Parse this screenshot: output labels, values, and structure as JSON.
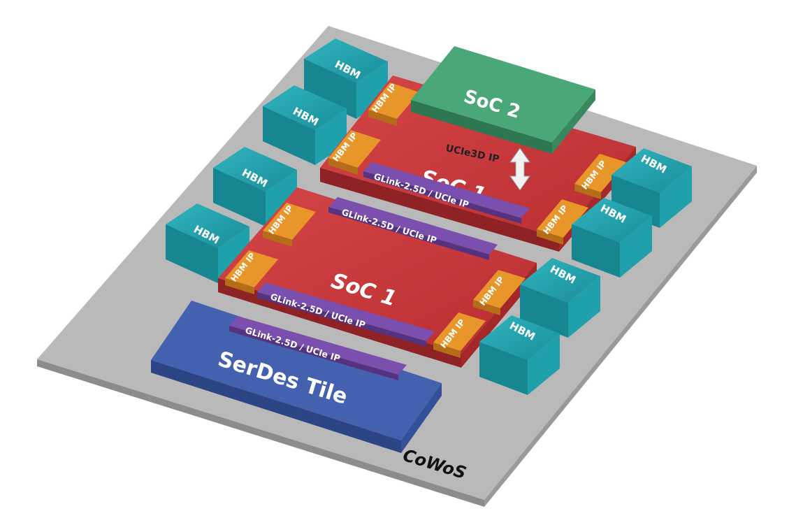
{
  "diagram": {
    "substrate_label": "CoWoS",
    "hbm_label": "HBM",
    "hbm_ip_label": "HBM IP",
    "soc_top_label": "SoC 1",
    "soc_bottom_label": "SoC 1",
    "soc2_label": "SoC 2",
    "ucie3d_label": "UCIe3D IP",
    "serdes_label": "SerDes Tile",
    "link_labels": [
      "GLink-2.5D / UCIe IP",
      "GLink-2.5D / UCIe IP",
      "GLink-2.5D / UCIe IP",
      "GLink-2.5D / UCIe IP"
    ],
    "colors": {
      "substrate": "#b8b8b8",
      "hbm": "#1e9aa6",
      "soc": "#c8383a",
      "hbm_ip": "#e8952a",
      "link": "#7a4fae",
      "soc2": "#3e9a6c",
      "serdes": "#3e5ba8"
    }
  }
}
